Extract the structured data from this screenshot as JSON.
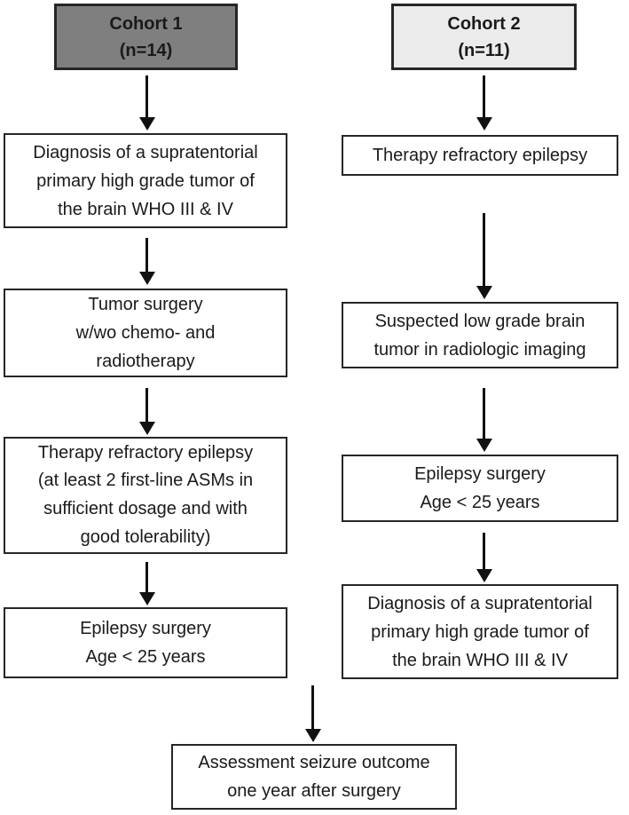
{
  "colors": {
    "cohort1_fill": "#7f7f7f",
    "cohort2_fill": "#ebebeb",
    "box_border": "#262626",
    "text": "#1a1a1a"
  },
  "cohort1": {
    "header": "Cohort 1\n(n=14)",
    "steps": [
      "Diagnosis of a supratentorial\nprimary high grade tumor of\nthe brain WHO III & IV",
      "Tumor surgery\nw/wo chemo- and\nradiotherapy",
      "Therapy refractory epilepsy\n(at least 2 first-line ASMs in\nsufficient dosage and with\ngood tolerability)",
      "Epilepsy surgery\nAge < 25 years"
    ]
  },
  "cohort2": {
    "header": "Cohort 2\n(n=11)",
    "steps": [
      "Therapy refractory epilepsy",
      "Suspected low grade brain\ntumor in radiologic imaging",
      "Epilepsy surgery\nAge < 25 years",
      "Diagnosis of a supratentorial\nprimary high grade tumor of\nthe brain WHO III & IV"
    ]
  },
  "outcome": "Assessment seizure outcome\none year after surgery"
}
